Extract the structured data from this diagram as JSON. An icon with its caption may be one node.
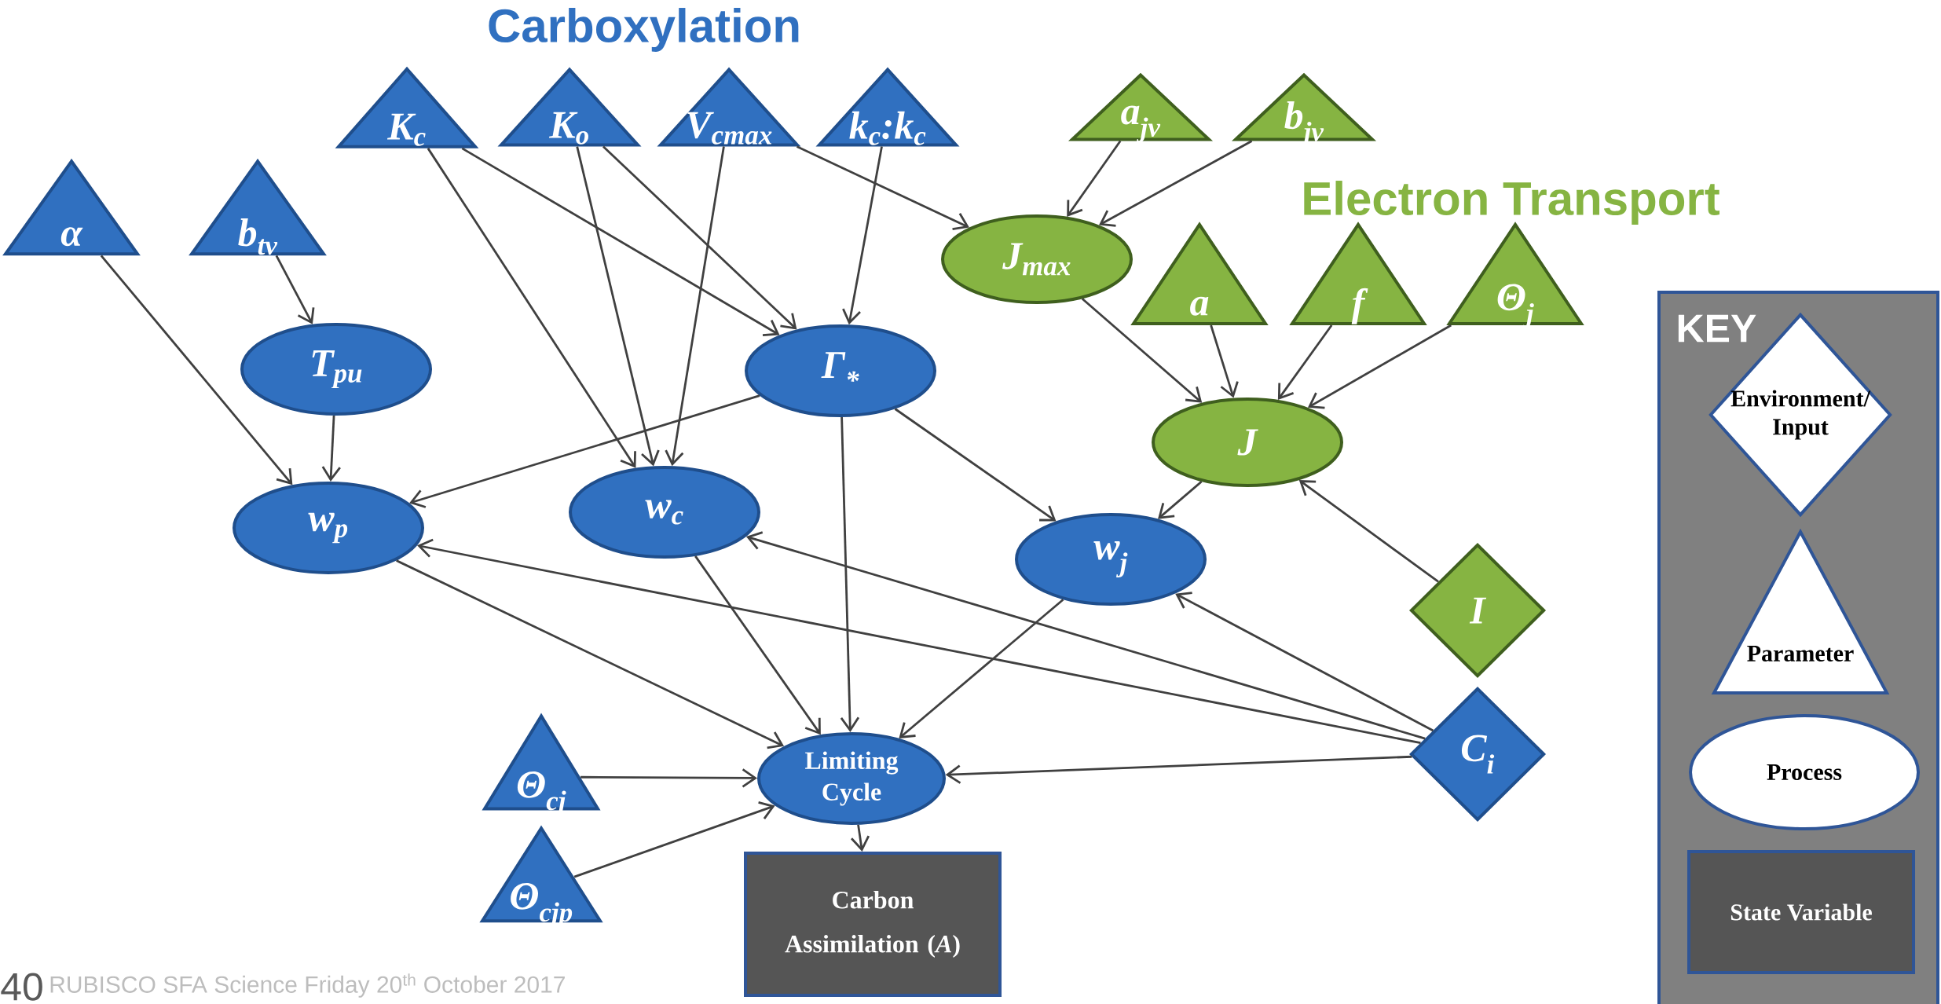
{
  "diagram": {
    "nodes": [
      {
        "text": [
          "K$_{c}$"
        ]
      },
      {
        "text": [
          "K$_{o}$"
        ]
      },
      {
        "text": [
          "V$_{cmax}$"
        ]
      },
      {
        "text": [
          "k$_{c}$:k$_{c}$"
        ]
      },
      {
        "text": [
          "a$_{jv}$"
        ]
      },
      {
        "text": [
          "b$_{jv}$"
        ]
      },
      {
        "text": [
          "α"
        ]
      },
      {
        "text": [
          "b$_{tv}$"
        ]
      },
      {
        "text": [
          "J$_{max}$"
        ]
      },
      {
        "text": [
          "a"
        ]
      },
      {
        "text": [
          "f"
        ]
      },
      {
        "text": [
          "Θ$_{j}$"
        ]
      },
      {
        "text": [
          "T$_{pu}$"
        ]
      },
      {
        "text": [
          "Γ$_{*}$"
        ]
      },
      {
        "text": [
          "J"
        ]
      },
      {
        "text": [
          "w$_{p}$"
        ]
      },
      {
        "text": [
          "w$_{c}$"
        ]
      },
      {
        "text": [
          "w$_{j}$"
        ]
      },
      {
        "text": [
          "I"
        ]
      },
      {
        "text": [
          "C$_{i}$"
        ]
      },
      {
        "text": [
          "Θ$_{cj}$"
        ]
      },
      {
        "text": [
          "Limiting Cycle"
        ]
      },
      {
        "text": [
          "Θ$_{cjp}$"
        ]
      },
      {
        "text": [
          "Carbon Assimilation (*A*)"
        ]
      }
    ],
    "edges": [
      {
        "from": 6,
        "to": 15,
        "arrow": "to"
      },
      {
        "from": 7,
        "to": 12,
        "arrow": "to"
      },
      {
        "from": 12,
        "to": 15,
        "arrow": "to"
      },
      {
        "from": 0,
        "to": 13,
        "arrow": "to"
      },
      {
        "from": 0,
        "to": 16,
        "arrow": "to"
      },
      {
        "from": 1,
        "to": 16,
        "arrow": "to"
      },
      {
        "from": 1,
        "to": 13,
        "arrow": "to"
      },
      {
        "from": 2,
        "to": 16,
        "arrow": "to"
      },
      {
        "from": 2,
        "to": 8,
        "arrow": "to"
      },
      {
        "from": 3,
        "to": 13,
        "arrow": "to"
      },
      {
        "from": 4,
        "to": 8,
        "arrow": "to"
      },
      {
        "from": 5,
        "to": 8,
        "arrow": "to"
      },
      {
        "from": 8,
        "to": 14,
        "arrow": "to"
      },
      {
        "from": 9,
        "to": 14,
        "arrow": "to"
      },
      {
        "from": 10,
        "to": 14,
        "arrow": "to"
      },
      {
        "from": 11,
        "to": 14,
        "arrow": "to"
      },
      {
        "from": 18,
        "to": 14,
        "arrow": "to"
      },
      {
        "from": 14,
        "to": 17,
        "arrow": "to"
      },
      {
        "from": 13,
        "to": 15,
        "arrow": "to"
      },
      {
        "from": 13,
        "to": 17,
        "arrow": "to"
      },
      {
        "from": 13,
        "to": 21,
        "arrow": "to"
      },
      {
        "from": 19,
        "to": 15,
        "arrow": "to"
      },
      {
        "from": 19,
        "to": 16,
        "arrow": "to"
      },
      {
        "from": 19,
        "to": 17,
        "arrow": "to"
      },
      {
        "from": 19,
        "to": 21,
        "arrow": "to"
      },
      {
        "from": 15,
        "to": 21,
        "arrow": "to"
      },
      {
        "from": 16,
        "to": 21,
        "arrow": "to"
      },
      {
        "from": 17,
        "to": 21,
        "arrow": "to"
      },
      {
        "from": 20,
        "to": 21,
        "arrow": "to"
      },
      {
        "from": 22,
        "to": 21,
        "arrow": "to"
      },
      {
        "from": 21,
        "to": 23,
        "arrow": "to"
      }
    ],
    "labels": [
      "Carboxylation",
      "Electron Transport",
      "KEY",
      "40",
      "RUBISCO SFA Science Friday 20$^{th}$ October 2017"
    ],
    "legend": [
      {
        "text": "Environment/ Input"
      },
      {
        "text": "Parameter"
      },
      {
        "text": "Process"
      },
      {
        "text": "State Variable"
      }
    ]
  }
}
